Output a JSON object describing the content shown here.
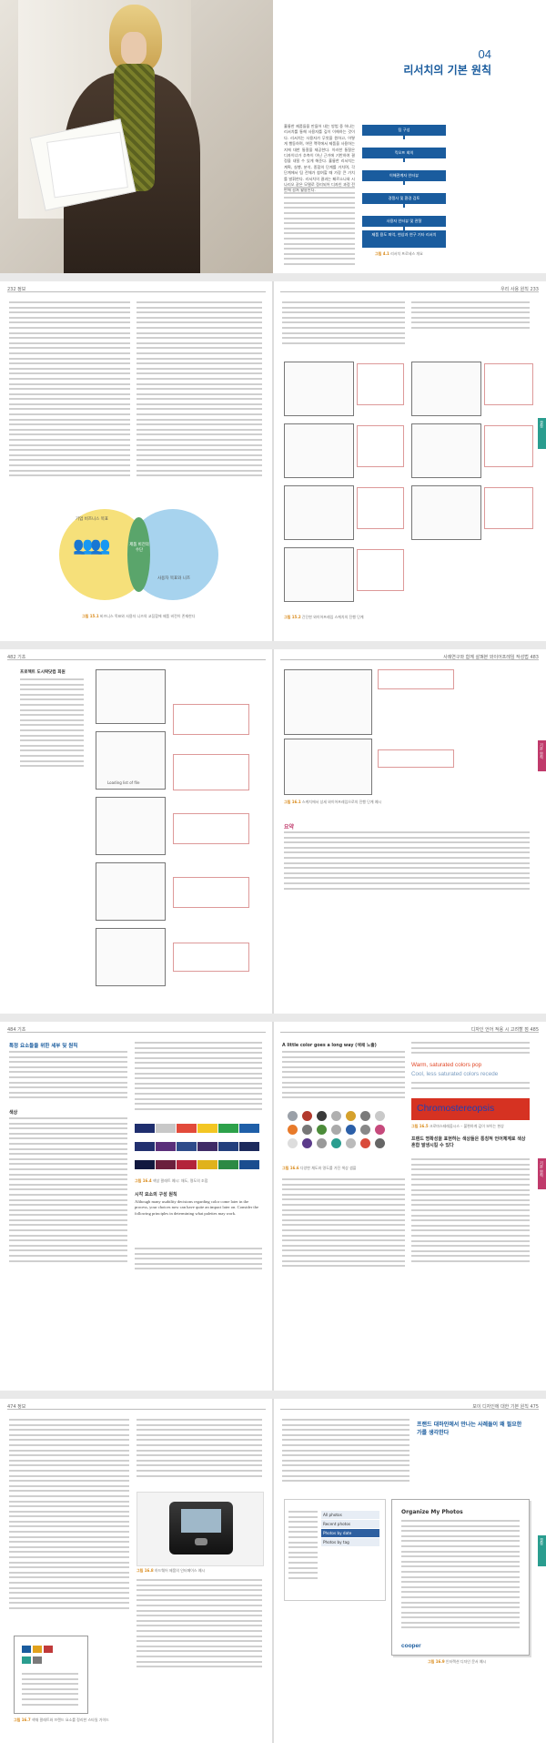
{
  "spread1": {
    "chapter_number": "04",
    "chapter_title": "리서치의 기본 원칙",
    "intro_paragraph": "훌륭한 제품들을 만들어 내는 방법 중 하나는 리서치를 통해 사용자를 깊이 이해하는 것이다. 리서치는 사용자가 무엇을 원하고, 어떻게 행동하며, 어떤 맥락에서 제품을 사용하는지에 대한 통찰을 제공한다. 이러한 통찰은 디자이너가 추측이 아닌 근거에 기반하여 결정을 내릴 수 있게 해준다. 훌륭한 리서치는 계획, 실행, 분석, 종합의 단계를 거치며, 각 단계에서 팀 전체가 참여할 때 가장 큰 가치를 발휘한다. 리서치의 결과는 페르소나와 시나리오 같은 모델로 정리되어 디자인 과정 전반에 걸쳐 활용된다.",
    "flow_steps": [
      "팀 구성",
      "킥오프 회의",
      "이해관계자 인터뷰",
      "경쟁사 및 환경 검토",
      "사용자 인터뷰 및 관찰",
      "제품 용도 파악, 현상과 연구 기타 리서치"
    ],
    "flow_caption_label": "그림 4.1",
    "flow_caption": "리서치 프로세스 개요"
  },
  "spread2": {
    "header_left": "232  정보",
    "header_right": "우리 사용 원칙  233",
    "side_tab": "결정",
    "venn_left_label": "기업 비즈니스 목표",
    "venn_center_label": "제품 비전의 수단",
    "venn_right_label": "사용자 목표와 니즈",
    "venn_caption_label": "그림 15.1",
    "venn_caption": "비즈니스 목표와 사용자 니즈의 교집합에 제품 비전이 존재한다",
    "sketch_caption_label": "그림 15.2",
    "sketch_caption": "간단한 와이어프레임 스케치의 진행 단계"
  },
  "spread3": {
    "header_left": "482  기초",
    "header_right": "사례연구와 함께 살펴본 와이어프레임 작성법  483",
    "side_tab": "기본 원칙",
    "list_heading": "프로젝트 도시락닷컴 회원",
    "loading_label": "Loading list of file",
    "sketch_caption_label": "그림 16.1",
    "sketch_caption": "스케치에서 상세 와이어프레임으로의 진행 단계 예시",
    "section_heading": "요약"
  },
  "spread4": {
    "header_left": "484  기초",
    "header_right": "디자인 언어 적용 시 고려할 점  485",
    "side_tab": "기본 원칙",
    "section_heading": "특정 요소들을 위한 세부 및 원칙",
    "sub_heading1": "색상",
    "sub_heading2": "시각 요소의 구성 원칙",
    "english_quote": "Although many usability decisions regarding color come later in the process, your choices now can have quite an impact later on. Consider the following principles in determining what palettes may work.",
    "middle_heading": "A little color goes a long way (색채 노출)",
    "warm_text": "Warm, saturated colors pop",
    "cool_text": "Cool, less saturated colors recede",
    "chromo_text": "Chromostereopsis",
    "chromo_caption_label": "그림 16.5",
    "chromo_caption": "크로마스테레옵시스 – 불편하게 깊이 보이는 현상",
    "callout_text": "프랜드 명확성을 표현하는 색상들은 통칭적 언어체계로 색상 혼합 발생시킬 수 있다",
    "swatch_caption_label": "그림 16.4",
    "swatch_caption": "색상 팔레트 예시: 채도, 명도의 조합",
    "dots_caption_label": "그림 16.6",
    "dots_caption": "다양한 채도와 명도를 가진 색상 샘플"
  },
  "spread5": {
    "header_left": "474  정보",
    "header_right": "보이 디자인에 대한 기본 원칙  475",
    "side_tab": "결정",
    "pullquote": "프랜드 대하인에서 만나는 사례들이 왜 필요한가를 생각한다",
    "photo_caption_label": "그림 16.8",
    "photo_caption": "하드웨어 제품의 인터페이스 예시",
    "menu_items": [
      "All photos",
      "Recent photos",
      "Photos by date",
      "Photos by tag"
    ],
    "doc_title": "Organize My Photos",
    "doc_brand": "cooper",
    "doc_caption_label": "그림 16.9",
    "doc_caption": "인터랙션 디자인 문서 예시",
    "left_caption_label": "그림 16.7",
    "left_caption": "색채 팔레트와 브랜드 요소를 정리한 스타일 가이드"
  },
  "colors": {
    "accent_blue": "#1a5c9e",
    "caption_orange": "#d98a1a",
    "tab_green": "#2a9d8f",
    "tab_pink": "#c03a6b",
    "venn_yellow": "#f6e07a",
    "venn_blue": "#a7d3ee",
    "venn_green": "#5aa56b"
  }
}
